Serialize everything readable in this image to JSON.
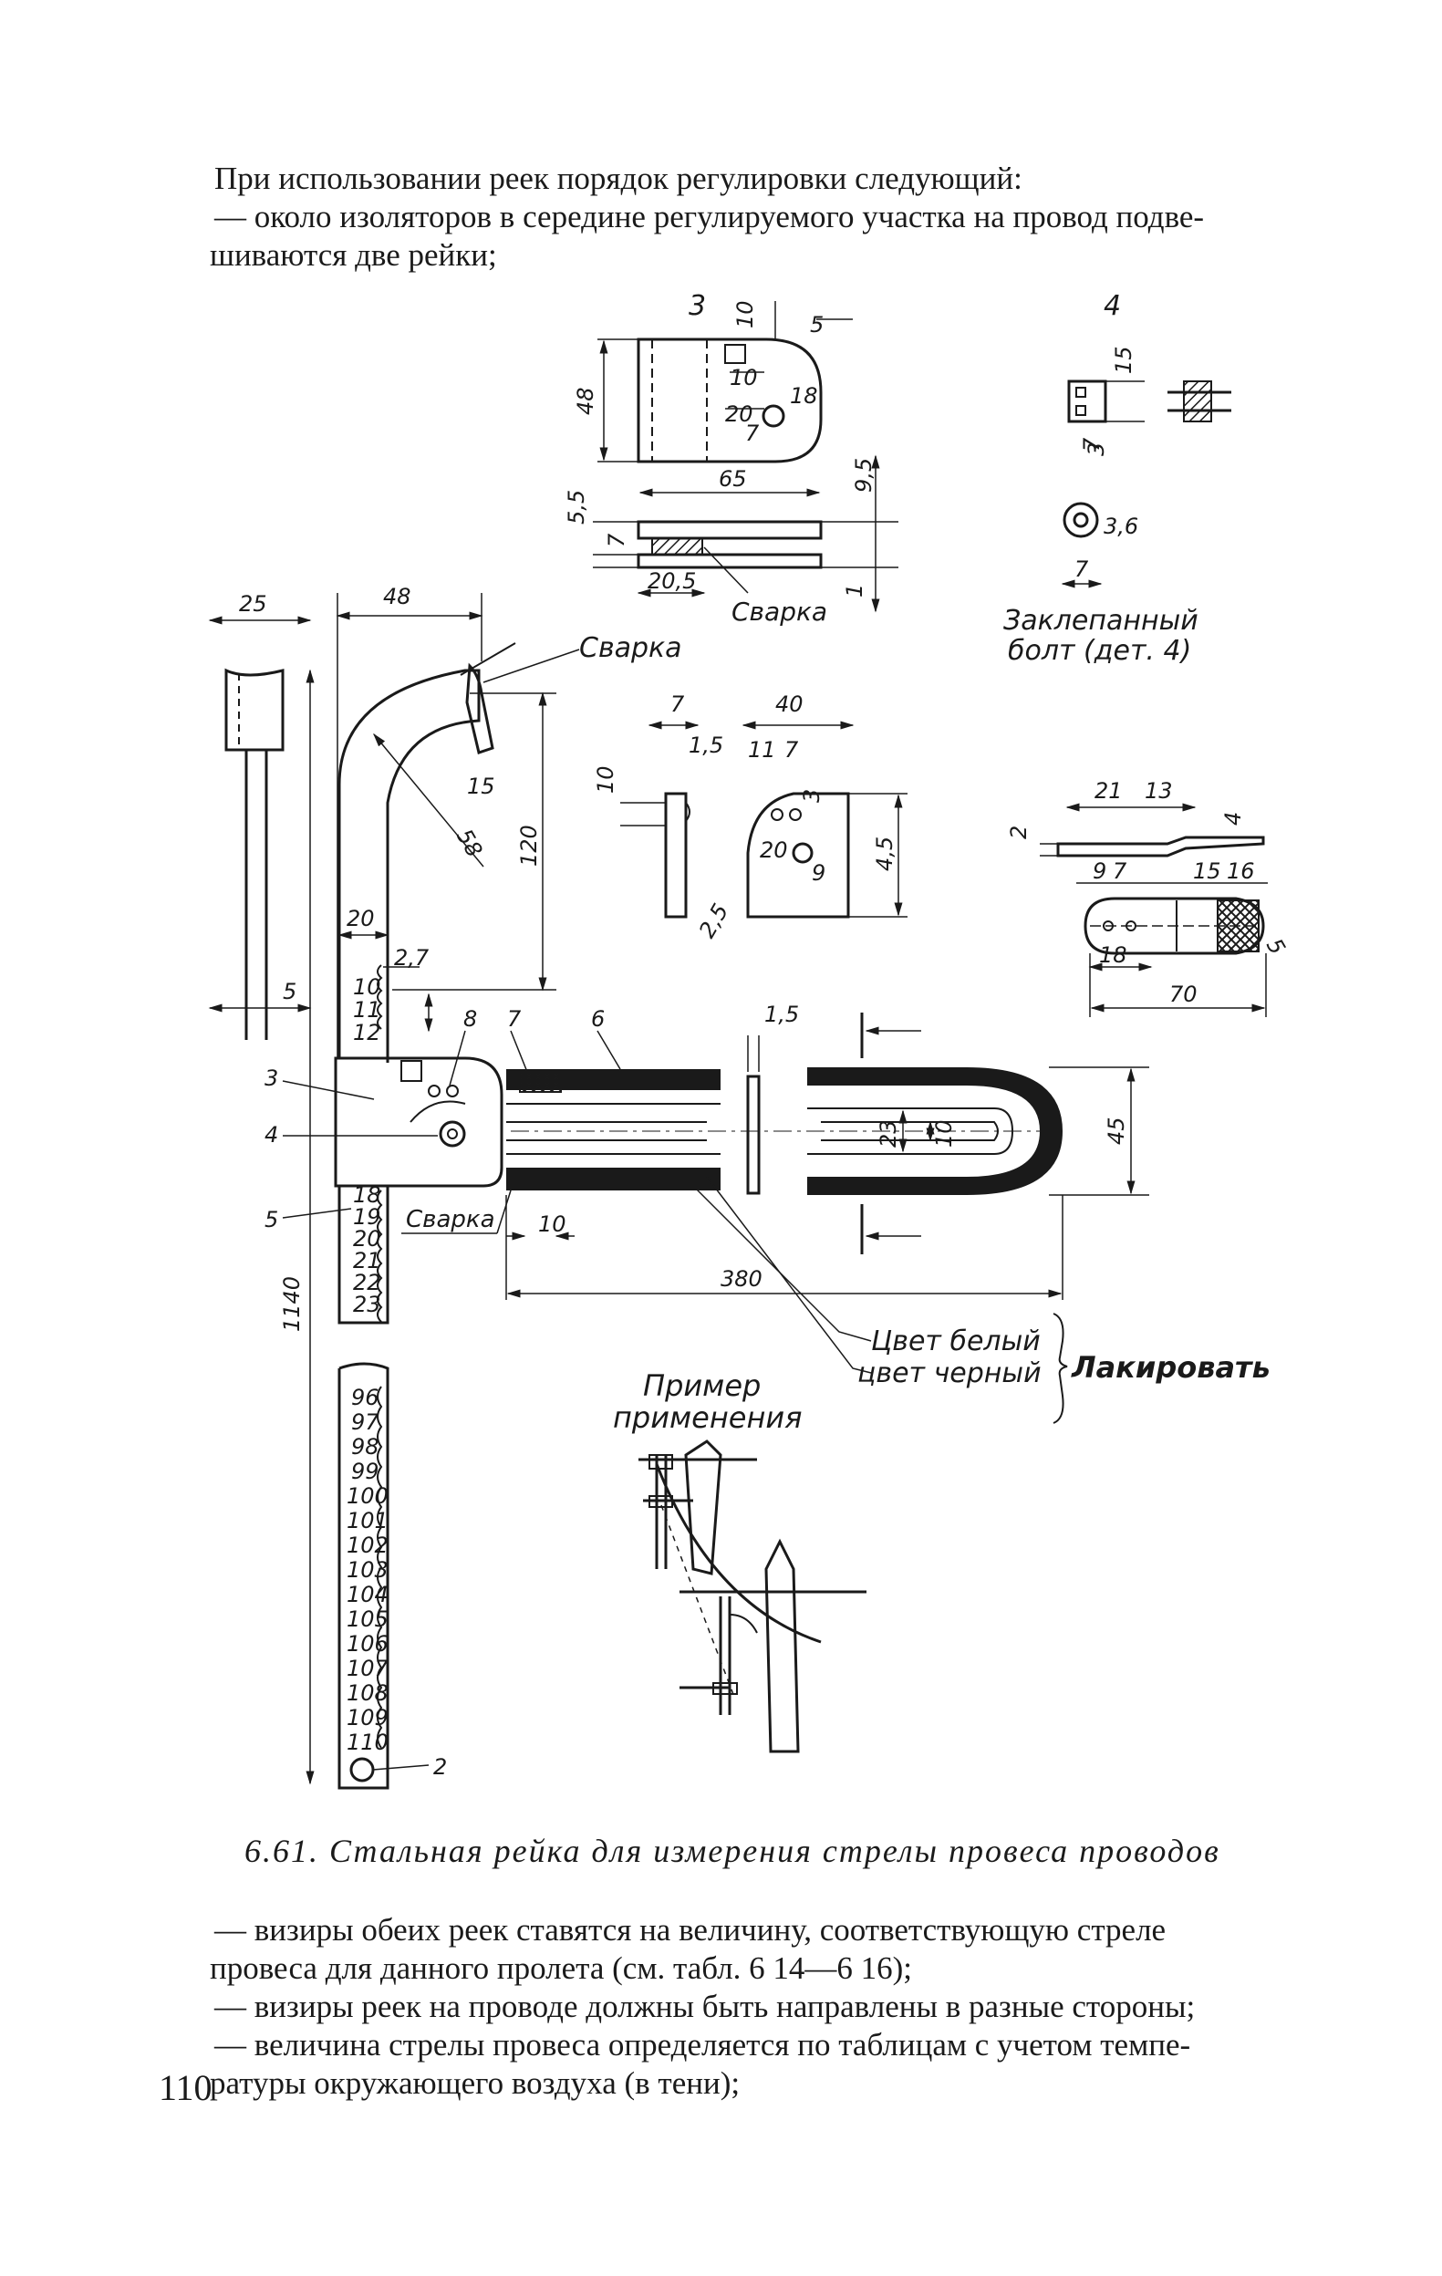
{
  "text": {
    "intro_line1": "При использовании реек порядок регулировки следующий:",
    "intro_line2": "— около изоляторов в середине регулируемого участка на провод подве-",
    "intro_line3": "шиваются две рейки;",
    "bottom_p1_l1": "— визиры обеих реек ставятся на величину, соответствующую стреле",
    "bottom_p1_l2": "провеса для данного пролета (см. табл. 6 14—6 16);",
    "bottom_p2": "— визиры реек на проводе должны быть направлены в разные стороны;",
    "bottom_p3_l1": "— величина стрелы провеса определяется по таблицам с учетом темпе-",
    "bottom_p3_l2": "ратуры окружающего воздуха (в тени);",
    "caption": "6.61. Стальная рейка для измерения стрелы провеса проводов",
    "page_number": "110"
  },
  "figure": {
    "labels": {
      "welding_1": "Сварка",
      "welding_2": "Сварка",
      "welding_3": "Сварка",
      "rivet_bolt_l1": "Заклепанный",
      "rivet_bolt_l2": "болт (дет. 4)",
      "color_white": "Цвет белый",
      "color_black": "цвет черный",
      "lacquer": "Лакировать",
      "example_l1": "Пример",
      "example_l2": "применения"
    },
    "part_numbers": {
      "p3_top": "3",
      "p4_top": "4",
      "p5_top": "5",
      "p3_left": "3",
      "p4_left": "4",
      "p5_left": "5",
      "p8": "8",
      "p7": "7",
      "p6": "6",
      "p2": "2",
      "p1": "1"
    },
    "dimensions": {
      "d25": "25",
      "d48_top": "48",
      "d48_side": "48",
      "d65": "65",
      "d10_a": "10",
      "d10_b": "10",
      "d18": "18",
      "d20_a": "20",
      "d7_a": "7",
      "d5_5": "5,5",
      "d7_b": "7",
      "d9_5": "9,5",
      "d20_5": "20,5",
      "d15_a": "15",
      "d3_a": "3",
      "d7_c": "7",
      "d3_6": "3,6",
      "d7_d": "7",
      "d58": "58",
      "d15_b": "15",
      "d120": "120",
      "d20_b": "20",
      "d2_7": "2,7",
      "d5_a": "5",
      "d1140": "1140",
      "d7_e": "7",
      "d1_5_a": "1,5",
      "d10_c": "10",
      "d40": "40",
      "d11": "11",
      "d7_f": "7",
      "d3_b": "3",
      "d20_c": "20",
      "d9": "9",
      "d4_5": "4,5",
      "d2_5": "2,5",
      "d21": "21",
      "d13": "13",
      "d2": "2",
      "d4": "4",
      "d9_b": "9",
      "d7_g": "7",
      "d15_c": "15",
      "d16": "16",
      "d5_b": "5",
      "d18_b": "18",
      "d70": "70",
      "d1_5_b": "1,5",
      "d23": "23",
      "d10_d": "10",
      "d45": "45",
      "d10_e": "10",
      "d380": "380"
    },
    "scale_top": [
      "10",
      "11",
      "12"
    ],
    "scale_mid": [
      "18",
      "19",
      "20",
      "21",
      "22",
      "23"
    ],
    "scale_bottom": [
      "96",
      "97",
      "98",
      "99",
      "100",
      "101",
      "102",
      "103",
      "104",
      "105",
      "106",
      "107",
      "108",
      "109",
      "110"
    ]
  }
}
